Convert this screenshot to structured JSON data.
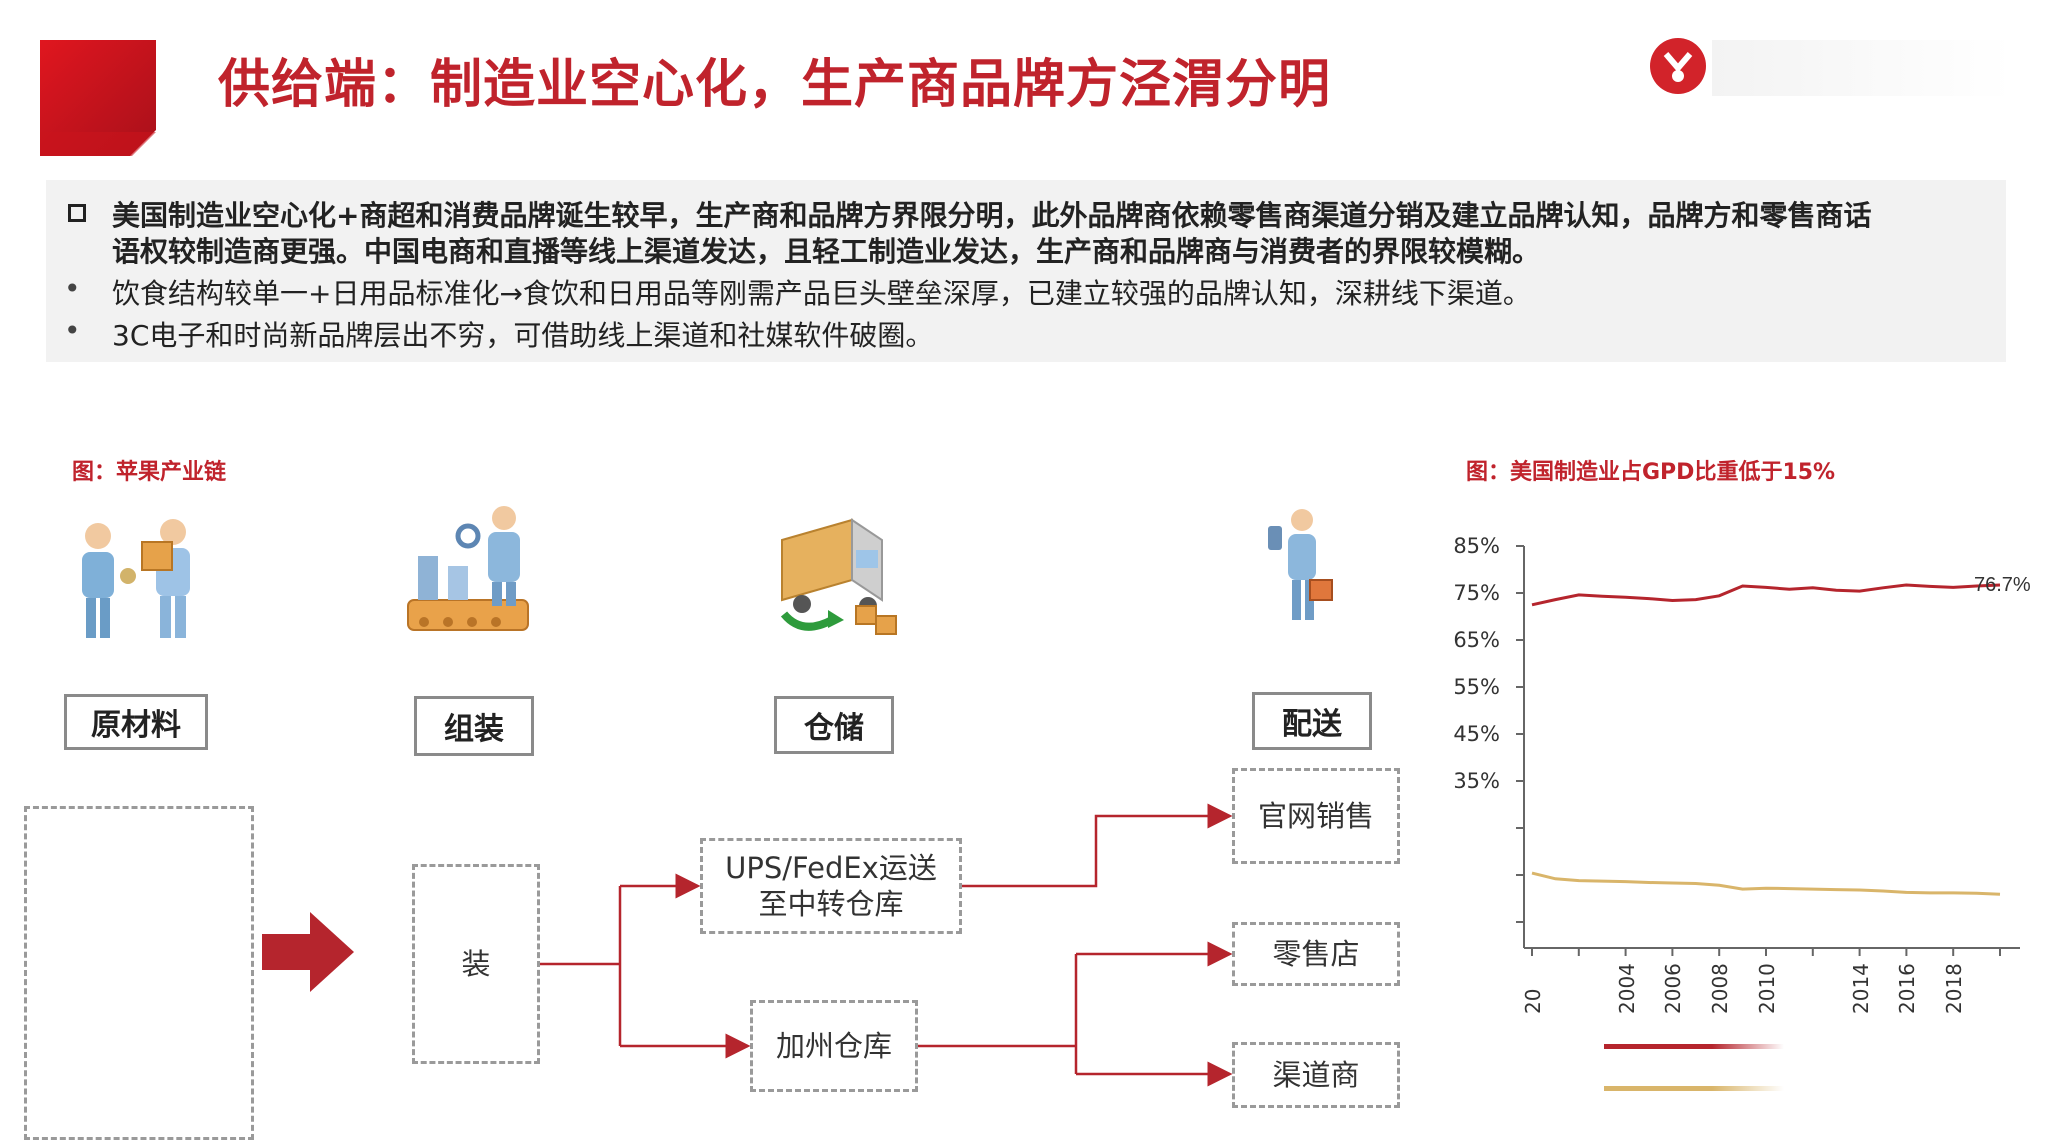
{
  "header": {
    "title": "供给端：制造业空心化，生产商品牌方泾渭分明"
  },
  "summary": {
    "main_lines": [
      "美国制造业空心化+商超和消费品牌诞生较早，生产商和品牌方界限分明，此外品牌商依赖零售商渠道分销及建立品牌认知，品牌方和零售商话",
      "语权较制造商更强。中国电商和直播等线上渠道发达，且轻工制造业发达，生产商和品牌商与消费者的界限较模糊。"
    ],
    "bullets": [
      "饮食结构较单一+日用品标准化→食饮和日用品等刚需产品巨头壁垒深厚，已建立较强的品牌认知，深耕线下渠道。",
      "3C电子和时尚新品牌层出不穷，可借助线上渠道和社媒软件破圈。"
    ],
    "dot": "•"
  },
  "left_figure": {
    "caption": "图：苹果产业链",
    "stages": [
      "原材料",
      "组装",
      "仓储",
      "配送"
    ],
    "assembly_box": "装",
    "logistics": {
      "ups": "UPS/FedEx运送\n至中转仓库",
      "ca_warehouse": "加州仓库"
    },
    "channels": [
      "官网销售",
      "零售店",
      "渠道商"
    ],
    "icons": [
      "people-exchange-icon",
      "assembly-worker-icon",
      "delivery-truck-icon",
      "courier-icon"
    ]
  },
  "right_figure": {
    "caption": "图：美国制造业占GPD比重低于15%",
    "chart_data": {
      "type": "line",
      "x": [
        2000,
        2001,
        2002,
        2003,
        2004,
        2005,
        2006,
        2007,
        2008,
        2009,
        2010,
        2011,
        2012,
        2013,
        2014,
        2015,
        2016,
        2017,
        2018,
        2019,
        2020
      ],
      "x_tick_labels": [
        "20",
        "",
        "",
        "",
        "2004",
        "",
        "2006",
        "",
        "2008",
        "",
        "2010",
        "",
        "",
        "",
        "2014",
        "",
        "2016",
        "",
        "2018",
        "",
        ""
      ],
      "y_tick_labels": [
        "85%",
        "75%",
        "65%",
        "55%",
        "45%",
        "35%"
      ],
      "ylim": [
        0,
        85
      ],
      "series": [
        {
          "color": "#b5252d",
          "values": [
            72.5,
            73.6,
            74.6,
            74.3,
            74.1,
            73.8,
            73.4,
            73.6,
            74.4,
            76.5,
            76.2,
            75.8,
            76.1,
            75.6,
            75.4,
            76.1,
            76.7,
            76.4,
            76.2,
            76.5,
            76.7
          ],
          "end_label": "76.7%"
        },
        {
          "color": "#d9b56a",
          "values": [
            15.4,
            14.2,
            13.8,
            13.7,
            13.6,
            13.4,
            13.3,
            13.2,
            12.8,
            12.0,
            12.2,
            12.1,
            12.0,
            11.9,
            11.8,
            11.6,
            11.3,
            11.2,
            11.2,
            11.1,
            10.9
          ]
        }
      ]
    }
  }
}
